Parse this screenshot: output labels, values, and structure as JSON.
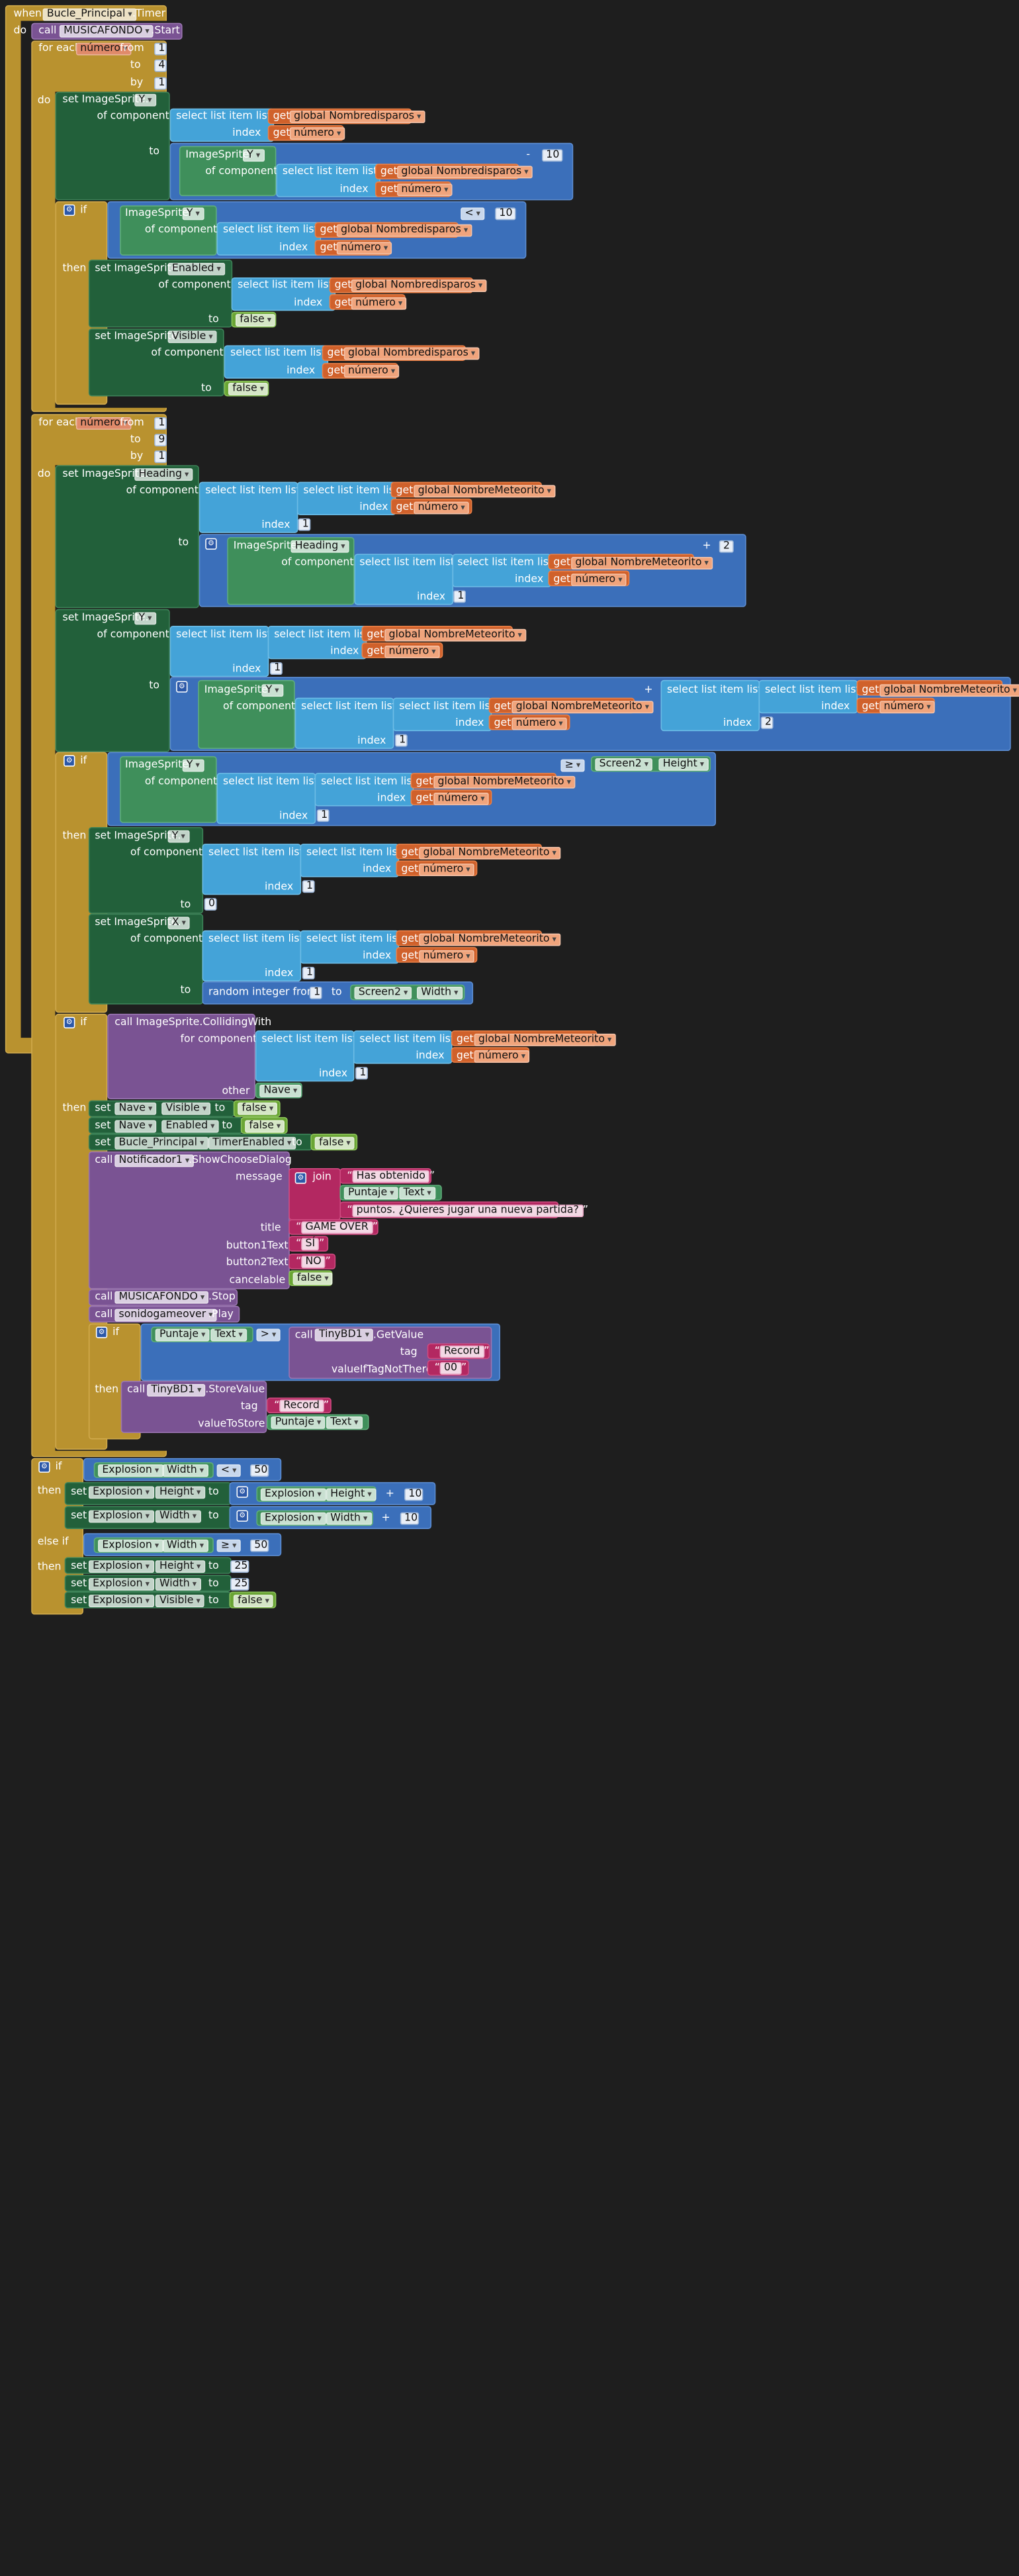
{
  "event": {
    "when": "when",
    "timer_var": "Bucle_Principal",
    "timer_event": ".Timer",
    "do": "do"
  },
  "call1": {
    "call": "call",
    "target": "MUSICAFONDO",
    "method": ".Start"
  },
  "loop1": {
    "for_each": "for each",
    "var": "número",
    "from": "from",
    "to": "to",
    "by": "by",
    "from_val": "1",
    "to_val": "4",
    "by_val": "1",
    "do": "do"
  },
  "set1": {
    "label": "set ImageSprite.",
    "prop": "Y",
    "of_component": "of component",
    "select": "select list item  list",
    "get": "get",
    "list_var": "global Nombredisparos",
    "index": "index",
    "idx_var": "número",
    "to": "to",
    "inner": {
      "label": "ImageSprite.",
      "prop": "Y",
      "of_component": "of component"
    },
    "op": "-",
    "val": "10"
  },
  "if1": {
    "if": "if",
    "then": "then",
    "op": "<",
    "val": "10",
    "prop": "Y"
  },
  "set_en": {
    "label": "set ImageSprite.",
    "prop": "Enabled",
    "val": "false"
  },
  "set_vis": {
    "label": "set ImageSprite.",
    "prop": "Visible",
    "val": "false"
  },
  "loop2": {
    "for_each": "for each",
    "var": "número",
    "from": "from",
    "to": "to",
    "by": "by",
    "from_val": "1",
    "to_val": "9",
    "by_val": "1",
    "do": "do"
  },
  "meteor": {
    "list_var": "global NombreMeteorito",
    "select": "select list item  list",
    "get": "get",
    "index": "index",
    "idx_var": "número",
    "one": "1",
    "two": "2"
  },
  "set_heading": {
    "label": "set ImageSprite.",
    "prop": "Heading",
    "plus": "+",
    "val": "2",
    "inner": "ImageSprite."
  },
  "set_y2": {
    "label": "set ImageSprite.",
    "prop": "Y",
    "plus": "+",
    "inner": "ImageSprite."
  },
  "if2": {
    "op": "≥",
    "screen": "Screen2",
    "height": "Height"
  },
  "set_x": {
    "label": "set ImageSprite.",
    "prop": "X",
    "random": "random integer from",
    "r1": "1",
    "to": "to",
    "screen": "Screen2",
    "width": "Width",
    "zero": "0"
  },
  "collide": {
    "call": "call ImageSprite.CollidingWith",
    "for_component": "for component",
    "other": "other",
    "other_val": "Nave"
  },
  "sets": [
    {
      "set": "set",
      "comp": "Nave",
      "prop": "Visible",
      "to": "to",
      "val": "false"
    },
    {
      "set": "set",
      "comp": "Nave",
      "prop": "Enabled",
      "to": "to",
      "val": "false"
    },
    {
      "set": "set",
      "comp": "Bucle_Principal",
      "prop": "TimerEnabled",
      "to": "to",
      "val": "false"
    }
  ],
  "dialog": {
    "call": "call",
    "comp": "Notificador1",
    "method": ".ShowChooseDialog",
    "message": "message",
    "join": "join",
    "s1": "Has obtenido",
    "puntaje": "Puntaje",
    "text": "Text",
    "s2": "puntos. ¿Quieres jugar una nueva partida?",
    "title": "title",
    "title_val": "GAME OVER",
    "b1": "button1Text",
    "b1_val": "SÍ",
    "b2": "button2Text",
    "b2_val": "NO",
    "cancel": "cancelable",
    "cancel_val": "false"
  },
  "music_stop": {
    "call": "call",
    "comp": "MUSICAFONDO",
    "method": ".Stop"
  },
  "sound_play": {
    "call": "call",
    "comp": "sonidogameover",
    "method": ".Play"
  },
  "if_record": {
    "if": "if",
    "then": "then",
    "puntaje": "Puntaje",
    "text": "Text",
    "op": ">",
    "call": "call",
    "db": "TinyBD1",
    "get": ".GetValue",
    "tag": "tag",
    "tag_val": "Record",
    "vitnt": "valueIfTagNotThere",
    "vitnt_val": "00",
    "store": ".StoreValue",
    "vts": "valueToStore"
  },
  "explosion": {
    "if": "if",
    "then": "then",
    "elseif": "else if",
    "comp": "Explosion",
    "width": "Width",
    "height": "Height",
    "lt": "<",
    "ge": "≥",
    "fifty": "50",
    "set": "set",
    "to": "to",
    "plus": "+",
    "ten": "10",
    "twentyfive": "25",
    "visible": "Visible",
    "false": "false"
  },
  "colors": {
    "event": "#b9922f",
    "procedure": "#7a5393",
    "component": "#22603a",
    "list": "#44a3d8",
    "math": "#3b6fba",
    "variable": "#d0612b",
    "text": "#b32861",
    "logic": "#6aa534"
  }
}
